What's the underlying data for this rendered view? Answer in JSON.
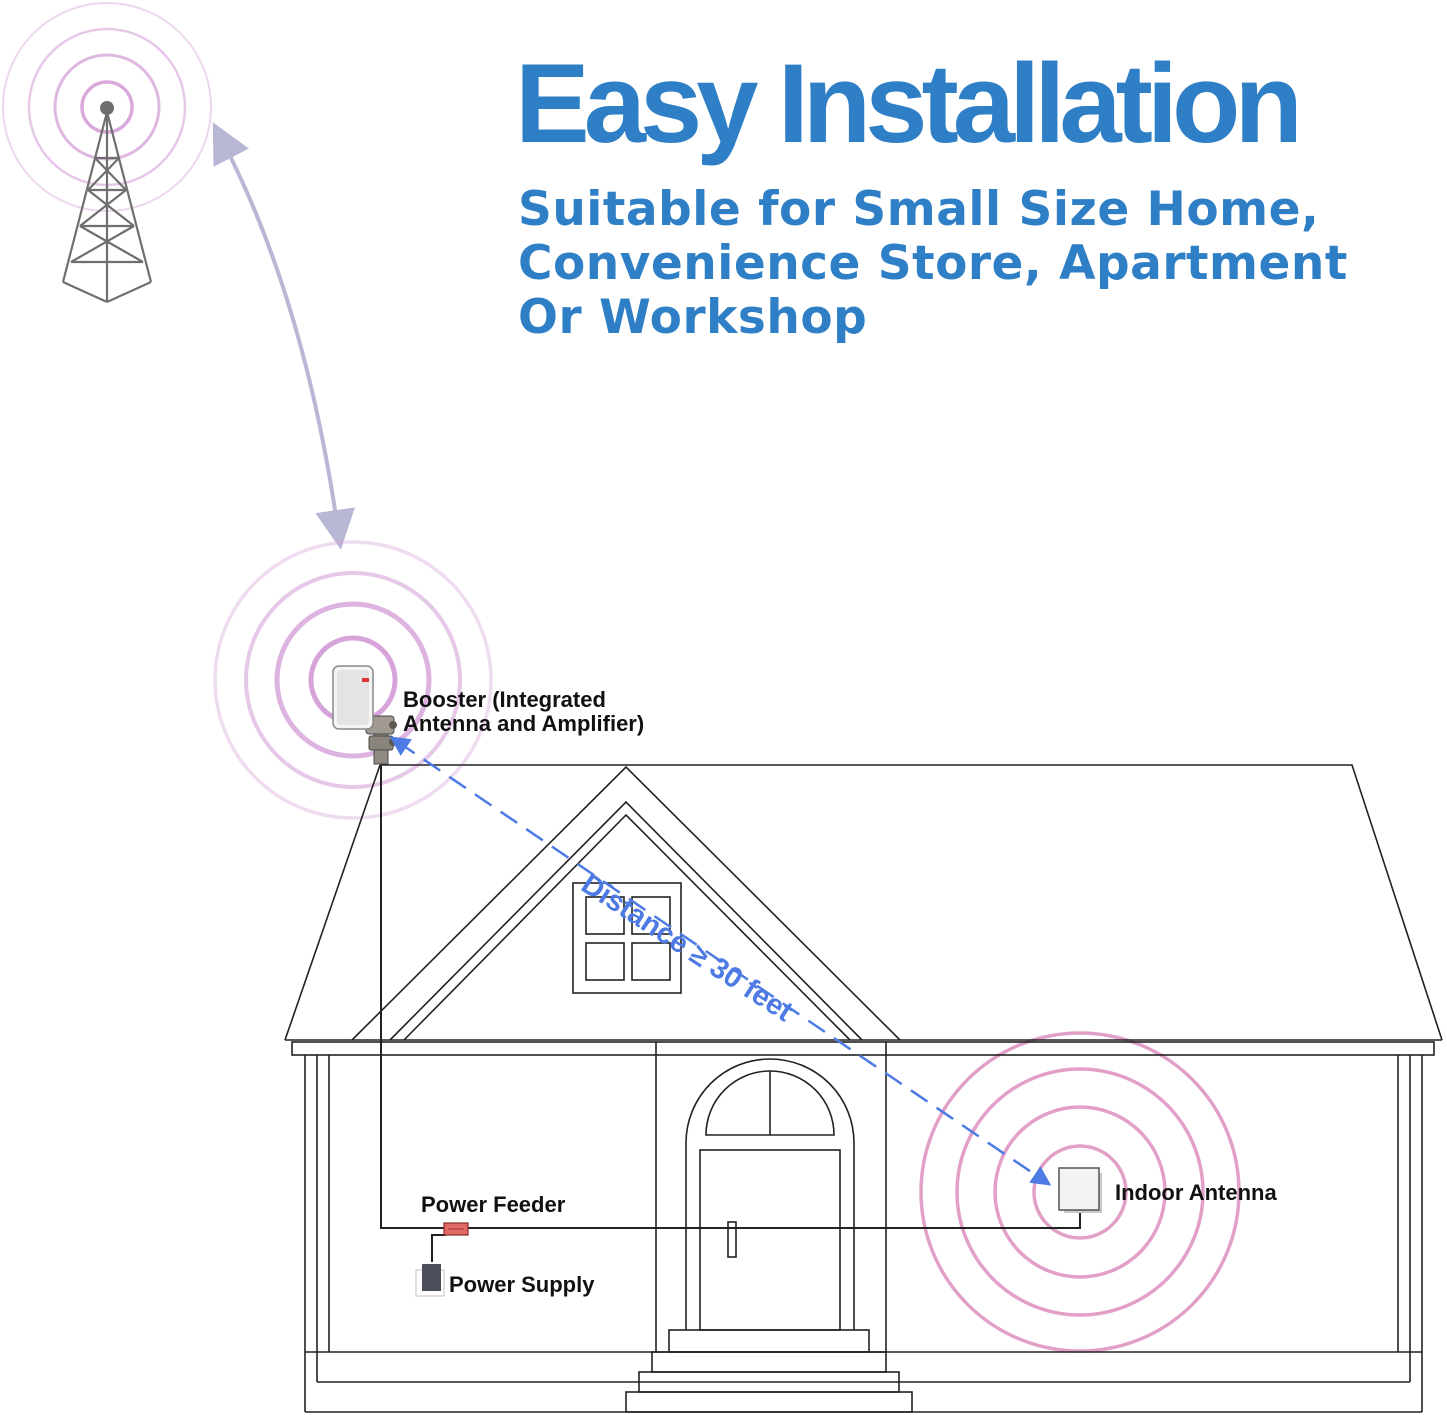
{
  "header": {
    "title": "Easy Installation",
    "subtitle_lines": [
      "Suitable for Small Size Home,",
      "Convenience Store, Apartment",
      "Or Workshop"
    ]
  },
  "labels": {
    "booster_line1": "Booster (Integrated",
    "booster_line2": "Antenna and Amplifier)",
    "indoor_antenna": "Indoor Antenna",
    "power_feeder": "Power Feeder",
    "power_supply": "Power Supply",
    "distance": "Distance ≥ 30 feet"
  },
  "colors": {
    "accent": "#2f7fc6",
    "signal_rings": "#d29ad6",
    "indoor_rings": "#e2a0c8",
    "distance_line": "#4d7be3",
    "tower": "#6f6f6f",
    "house_outline": "#222222"
  },
  "icons": {
    "tower": "cell-tower-icon",
    "booster": "outdoor-booster-icon",
    "indoor": "indoor-antenna-icon",
    "feeder": "power-feeder-icon",
    "supply": "power-supply-icon"
  }
}
